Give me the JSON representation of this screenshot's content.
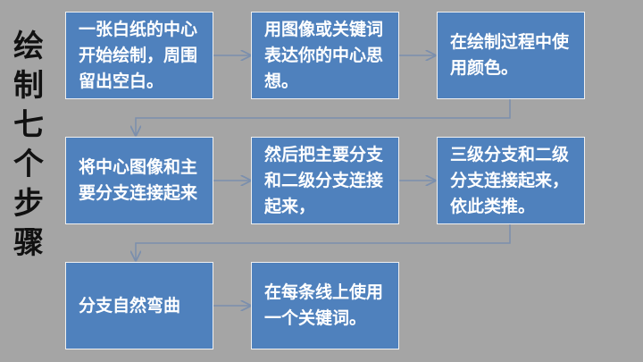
{
  "title": [
    "绘",
    "制",
    "七",
    "个",
    "步",
    "骤"
  ],
  "steps": [
    "一张白纸的中心开始绘制，周围留出空白。",
    "用图像或关键词表达你的中心思想。",
    "在绘制过程中使用颜色。",
    "将中心图像和主要分支连接起来",
    "然后把主要分支和二级分支连接起来，",
    "三级分支和二级分支连接起来，依此类推。",
    "分支自然弯曲",
    "在每条线上使用一个关键词。"
  ],
  "colors": {
    "box": "#4f81bd",
    "arrow": "#7b8fad",
    "background": "#a5a5a5"
  }
}
